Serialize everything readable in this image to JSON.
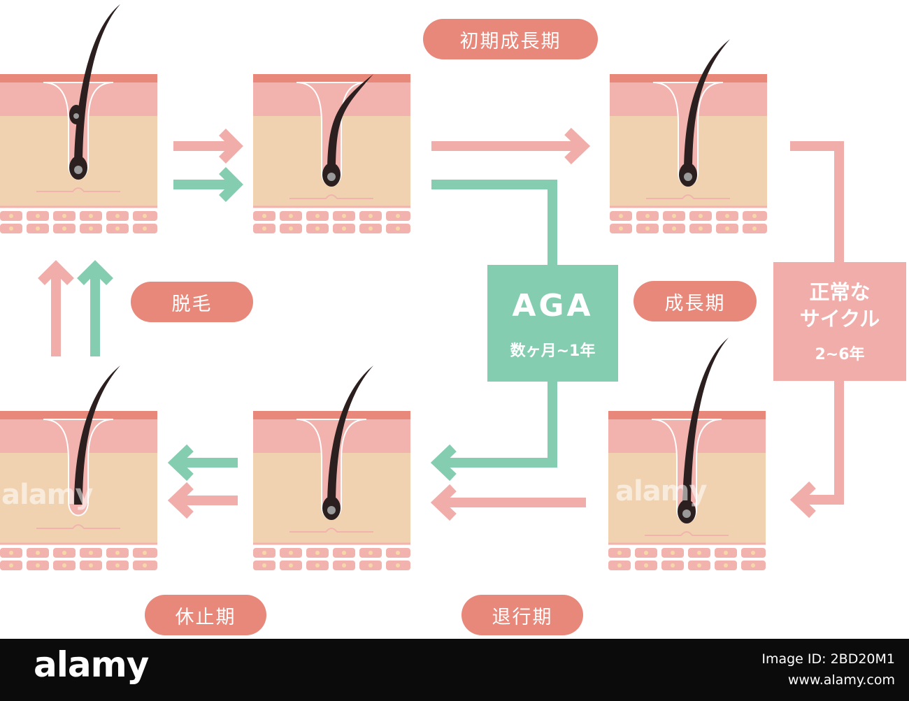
{
  "stages": {
    "early_anagen": "初期成長期",
    "anagen": "成長期",
    "catagen": "退行期",
    "telogen": "休止期",
    "shedding": "脱毛"
  },
  "aga_box": {
    "title": "AGA",
    "duration": "数ヶ月~1年"
  },
  "normal_box": {
    "title_line1": "正常な",
    "title_line2": "サイクル",
    "duration": "2~6年"
  },
  "colors": {
    "normal_path": "#F1ADAA",
    "aga_path": "#85CDB1",
    "label_pill": "#E8887A",
    "skin_top": "#E8887A",
    "skin_upper": "#F2B3AE",
    "dermis": "#F0D2B0",
    "hair": "#2B1F1F"
  },
  "watermark": {
    "brand": "alamy",
    "image_id": "Image ID: 2BD20M1",
    "site": "www.alamy.com"
  }
}
